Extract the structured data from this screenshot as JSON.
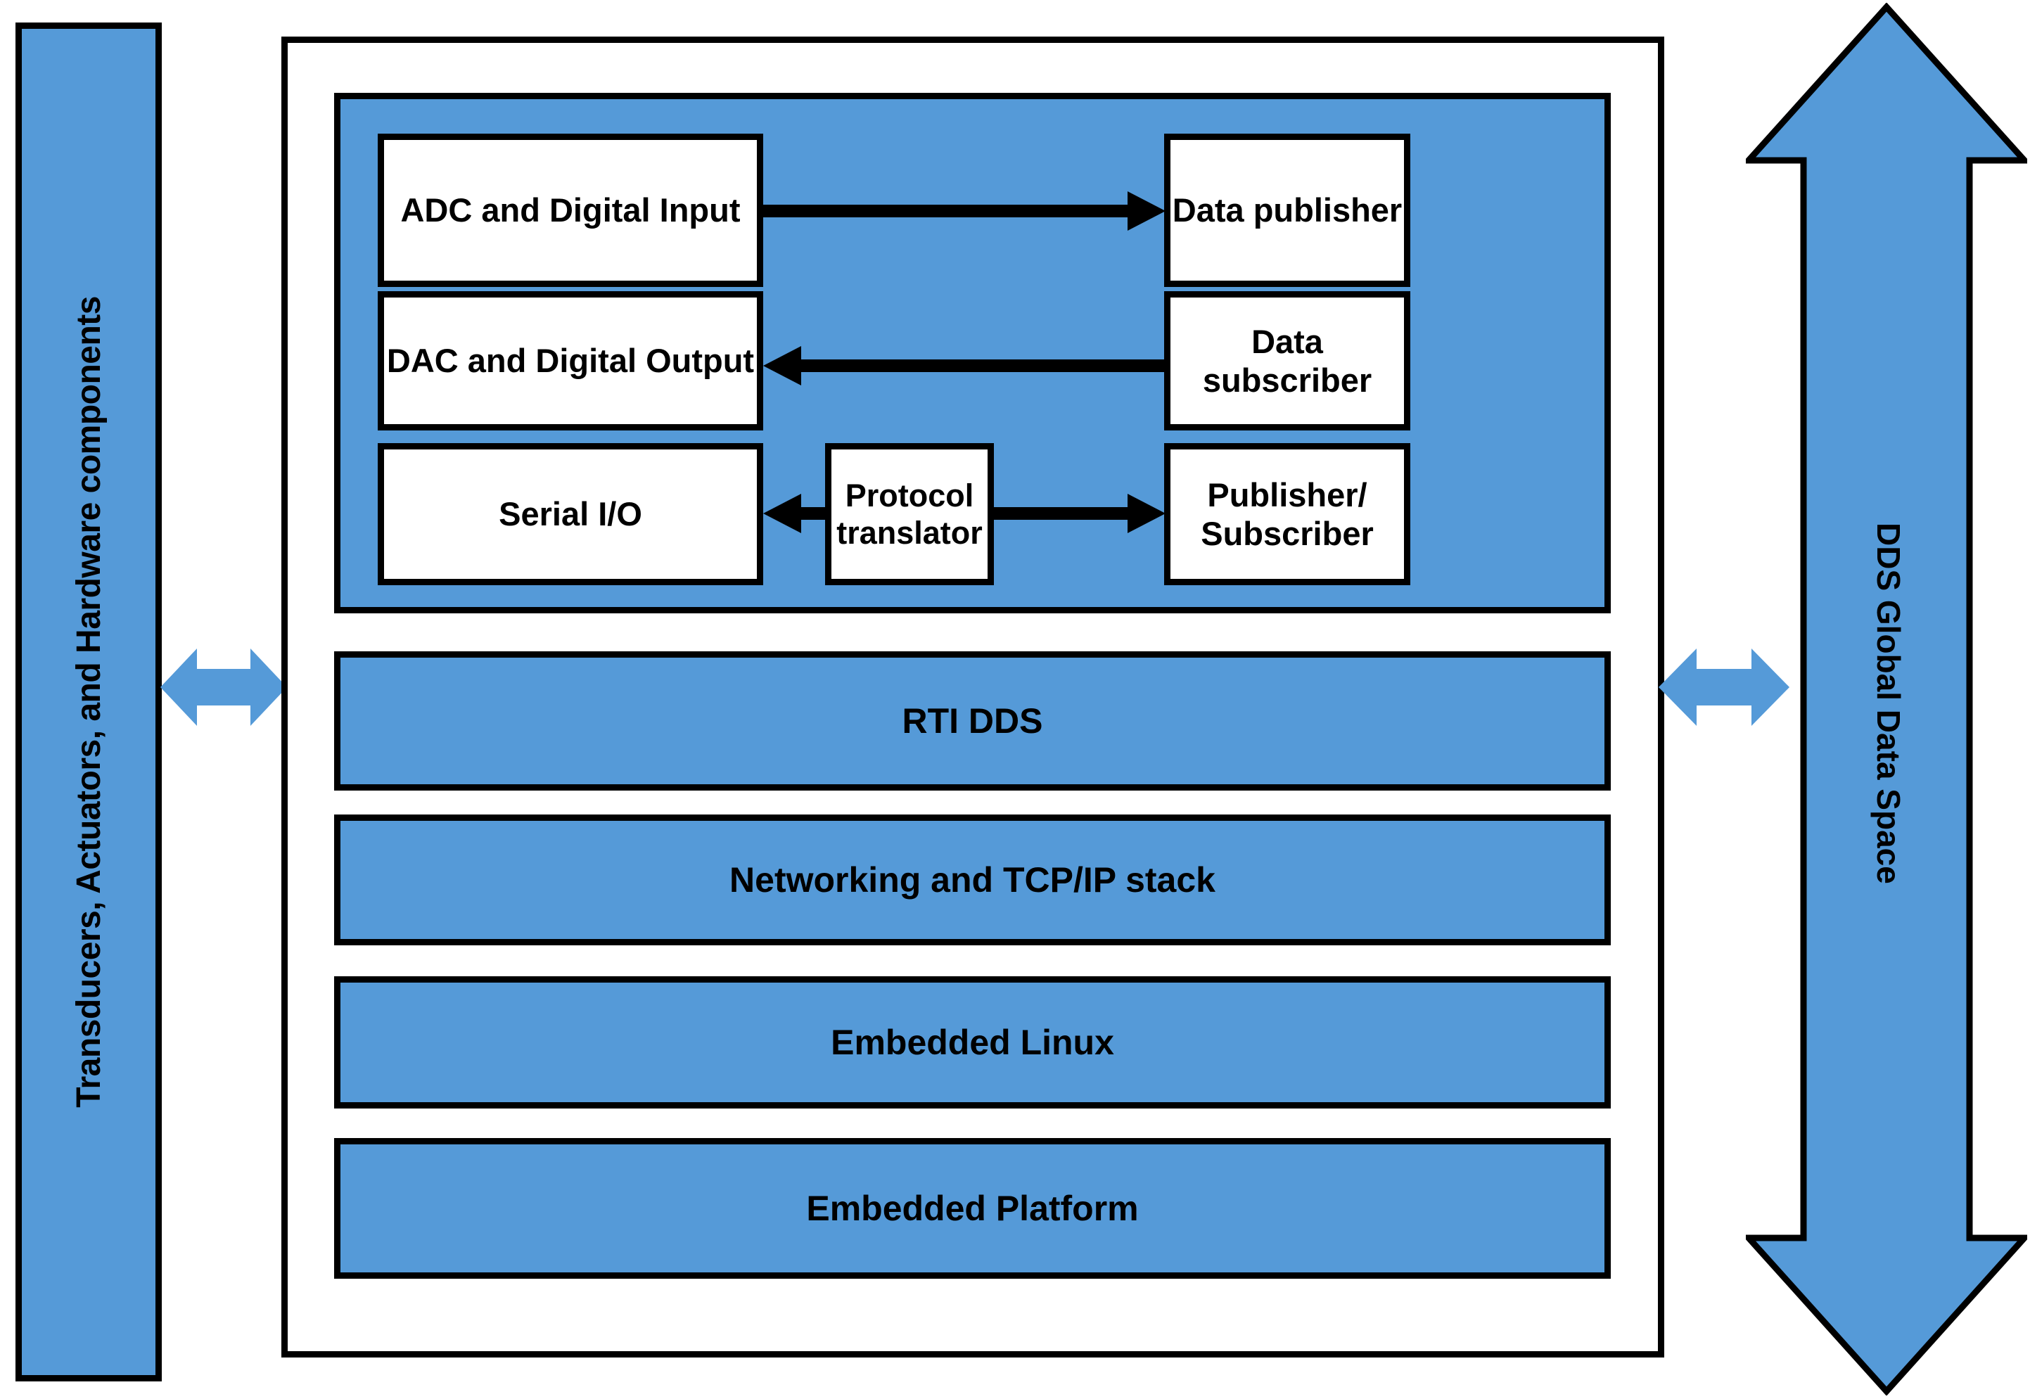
{
  "colors": {
    "blue_fill": "#559AD8",
    "stroke": "#000000",
    "box_fill": "#FFFFFF"
  },
  "left_column": {
    "label": "Transducers, Actuators, and Hardware components",
    "orientation": "vertical-rotated"
  },
  "right_column": {
    "label": "DDS Global Data Space",
    "orientation": "vertical-rotated",
    "arrow": "double-headed-vertical"
  },
  "connectors": {
    "left_bridge": "double-headed-horizontal-arrow",
    "right_bridge": "double-headed-horizontal-arrow"
  },
  "app_panel": {
    "io_boxes": [
      {
        "id": "adc",
        "label": "ADC and Digital Input"
      },
      {
        "id": "dac",
        "label": "DAC and Digital Output"
      },
      {
        "id": "serial",
        "label": "Serial I/O"
      }
    ],
    "middle_boxes": [
      {
        "id": "protocol",
        "label": "Protocol translator"
      }
    ],
    "dds_boxes": [
      {
        "id": "datapub",
        "label": "Data publisher"
      },
      {
        "id": "datasub",
        "label": "Data subscriber"
      },
      {
        "id": "pubsub",
        "label": "Publisher/ Subscriber"
      }
    ],
    "flows": [
      {
        "from": "adc",
        "to": "datapub",
        "direction": "right"
      },
      {
        "from": "datasub",
        "to": "dac",
        "direction": "left"
      },
      {
        "from": "protocol",
        "to": "serial",
        "direction": "left"
      },
      {
        "from": "protocol",
        "to": "pubsub",
        "direction": "right"
      }
    ]
  },
  "stack_bars": [
    {
      "id": "rti",
      "label": "RTI DDS"
    },
    {
      "id": "net",
      "label": "Networking and TCP/IP stack"
    },
    {
      "id": "linux",
      "label": "Embedded Linux"
    },
    {
      "id": "platform",
      "label": "Embedded Platform"
    }
  ]
}
